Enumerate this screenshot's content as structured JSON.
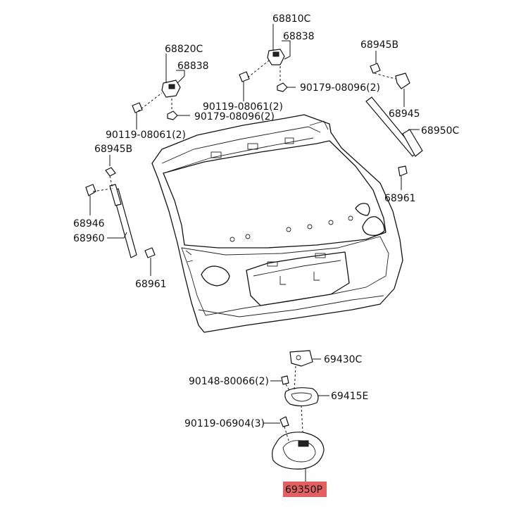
{
  "labels": {
    "p68810C": "68810C",
    "p68838a": "68838",
    "p68820C": "68820C",
    "p68838b": "68838",
    "p68945Ba": "68945B",
    "p68945Bb": "68945B",
    "p68945": "68945",
    "p68950C": "68950C",
    "p68961a": "68961",
    "p68961b": "68961",
    "p68946": "68946",
    "p68960": "68960",
    "p90119a": "90119-08061(2)",
    "p90179a": "90179-08096(2)",
    "p90119b": "90119-08061(2)",
    "p90179b": "90179-08096(2)",
    "p69430C": "69430C",
    "p90148": "90148-80066(2)",
    "p69415E": "69415E",
    "p90119c": "90119-06904(3)",
    "p69350P": "69350P"
  },
  "colors": {
    "highlight": "#e2605f",
    "line": "#111111"
  }
}
